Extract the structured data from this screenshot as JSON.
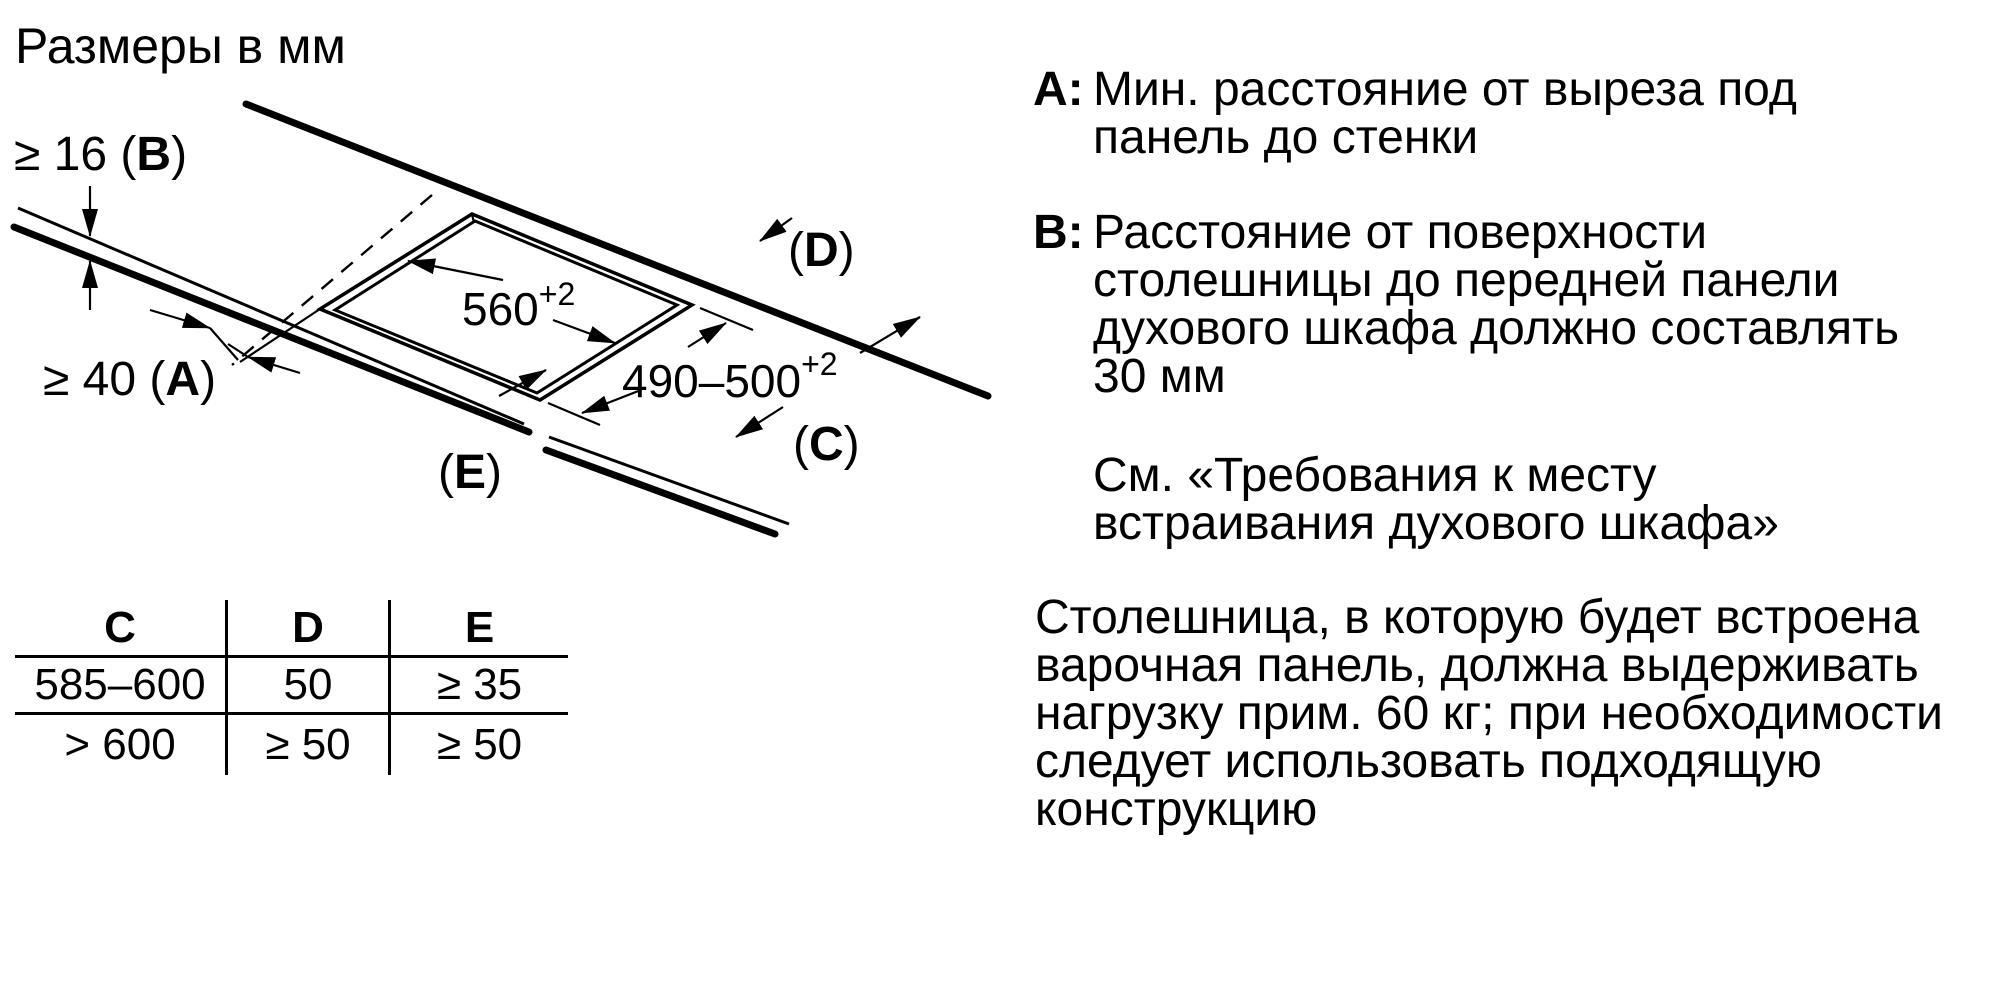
{
  "title": "Размеры в мм",
  "diagram": {
    "dim_b": {
      "prefix": "≥ 16 (",
      "letter": "B",
      "suffix": ")"
    },
    "dim_a": {
      "prefix": "≥ 40 (",
      "letter": "A",
      "suffix": ")"
    },
    "dim_width": {
      "value": "560",
      "tolerance": "+2"
    },
    "dim_depth": {
      "value": "490–500",
      "tolerance": "+2"
    },
    "label_d": {
      "prefix": "(",
      "letter": "D",
      "suffix": ")"
    },
    "label_c": {
      "prefix": "(",
      "letter": "C",
      "suffix": ")"
    },
    "label_e": {
      "prefix": "(",
      "letter": "E",
      "suffix": ")"
    }
  },
  "table": {
    "headers": [
      "C",
      "D",
      "E"
    ],
    "rows": [
      [
        "585–600",
        "50",
        "≥ 35"
      ],
      [
        "> 600",
        "≥ 50",
        "≥ 50"
      ]
    ]
  },
  "notes": {
    "a": {
      "label": "A:",
      "lines": [
        "Мин. расстояние от выреза под",
        "панель до стенки"
      ]
    },
    "b": {
      "label": "B:",
      "lines": [
        "Расстояние от поверхности",
        "столешницы до передней панели",
        "духового шкафа должно составлять",
        "30 мм"
      ]
    },
    "see": {
      "lines": [
        "См. «Требования к месту",
        "встраивания духового шкафа»"
      ]
    },
    "load": {
      "lines": [
        "Столешница, в которую будет встроена",
        "варочная панель, должна выдерживать",
        "нагрузку прим. 60 кг; при необходимости",
        "следует использовать подходящую",
        "конструкцию"
      ]
    }
  },
  "colors": {
    "ink": "#000000",
    "paper": "#ffffff"
  }
}
